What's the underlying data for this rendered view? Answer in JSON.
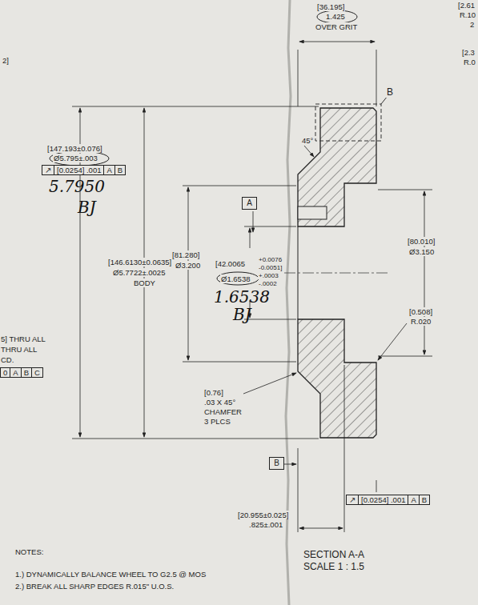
{
  "diagram": {
    "nodes": [
      {
        "text": [
          "A"
        ]
      },
      {
        "text": [
          "B"
        ]
      }
    ],
    "labels": [
      "[36.195]",
      "1.425",
      "OVER GRIT",
      "[2.61",
      "R.10",
      "2",
      "[2.3",
      "R.0",
      "2]",
      "B",
      "45°",
      "[147.193±0.076]",
      "Ø5.795±.003",
      "↗",
      "[0.0254] .001",
      "A",
      "B",
      "5.7950",
      "BJ",
      "[146.6130±0.0635]",
      "Ø5.7722±.0025",
      "BODY",
      "[81.280]",
      "Ø3.200",
      "[42.0065",
      "+0.0076",
      "-0.0051]",
      "Ø1.6538",
      "+.0003",
      "-.0002",
      "1.6538",
      "BJ",
      "[80.010]",
      "Ø3.150",
      "[0.508]",
      "R.020",
      "[0.76]",
      ".03 X 45°",
      "CHAMFER",
      "3 PLCS",
      "5] THRU ALL",
      "THRU ALL",
      "CD.",
      "0",
      "A",
      "B",
      "C",
      "↗",
      "[0.0254] .001",
      "A",
      "B",
      "[20.955±0.025]",
      ".825±.001",
      "SECTION A-A",
      "SCALE 1 : 1.5",
      "NOTES:",
      "1.) DYNAMICALLY BALANCE WHEEL TO G2.5 @ MOS",
      "2.) BREAK ALL SHARP EDGES R.015\" U.O.S."
    ]
  }
}
